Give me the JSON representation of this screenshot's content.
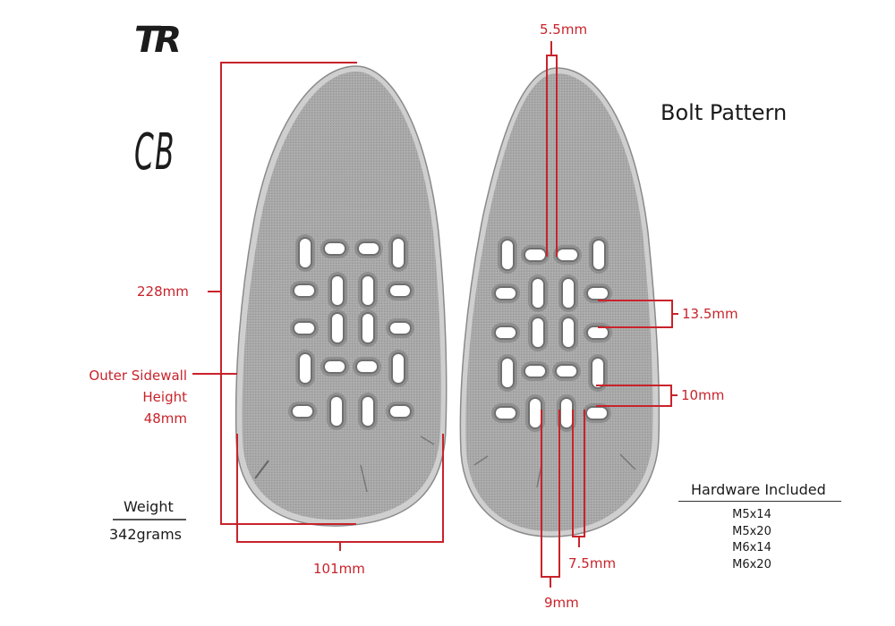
{
  "branding": {
    "logo_text": "TR",
    "model_name": "CB"
  },
  "title": "Bolt Pattern",
  "dimensions": {
    "length": "228mm",
    "width": "101mm",
    "sidewall": [
      "Outer Sidewall",
      "Height",
      "48mm"
    ],
    "slot_width_top": "5.5mm",
    "row_spacing_large": "13.5mm",
    "row_spacing_small": "10mm",
    "slot_spacing_a": "7.5mm",
    "slot_spacing_b": "9mm"
  },
  "weight": {
    "label": "Weight",
    "value": "342grams"
  },
  "hardware": {
    "title": "Hardware Included",
    "items": [
      "M5x14",
      "M5x20",
      "M6x14",
      "M6x20"
    ]
  },
  "colors": {
    "dimension_red": "#c8232b",
    "pad_gray": "#a9a9a9",
    "text_dark": "#1a1a1a"
  },
  "pads": {
    "count": 2,
    "slot_grid_rows": 5,
    "slot_grid_cols": 4,
    "slot_orientation": [
      [
        "V",
        "H",
        "H",
        "V"
      ],
      [
        "H",
        "V",
        "V",
        "H"
      ],
      [
        "H",
        "V",
        "V",
        "H"
      ],
      [
        "V",
        "H",
        "H",
        "V"
      ],
      [
        "H",
        "V",
        "V",
        "H"
      ]
    ]
  }
}
